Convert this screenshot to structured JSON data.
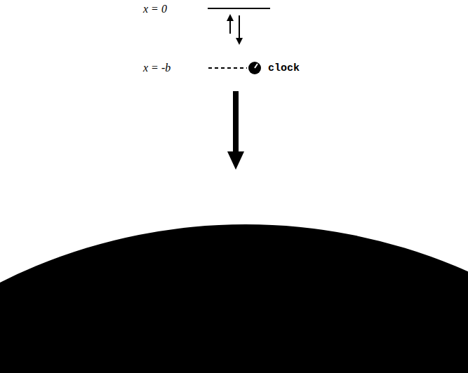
{
  "diagram": {
    "labels": [
      "x = 0",
      "x = -b",
      "clock"
    ]
  }
}
